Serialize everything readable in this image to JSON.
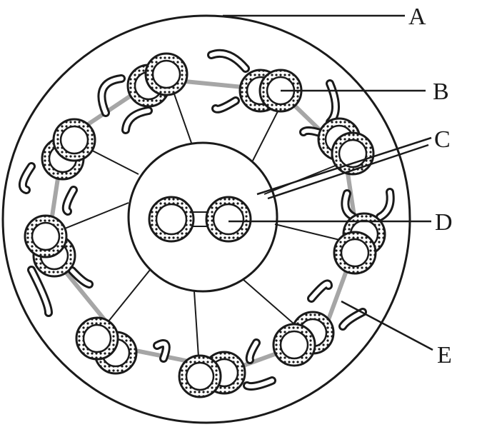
{
  "labels": {
    "a": "A",
    "b": "B",
    "c": "C",
    "d": "D",
    "e": "E"
  },
  "colors": {
    "stroke": "#1a1a1a",
    "nexin_ring": "#a6a6a6",
    "background": "#ffffff"
  },
  "structure": {
    "outer_doublets": 9,
    "central_singlets": 2,
    "dynein_arms_per_doublet": 2
  }
}
